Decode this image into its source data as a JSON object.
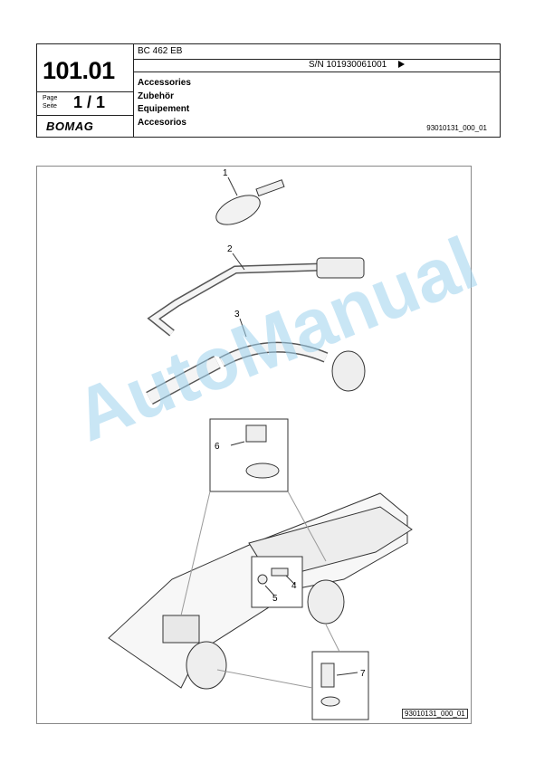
{
  "header": {
    "model": "BC 462 EB",
    "serial": "S/N 101930061001",
    "titles": [
      "Accessories",
      "Zubehör",
      "Equipement",
      "Accesorios"
    ],
    "drawing_number": "93010131_000_01",
    "group_number": "101.01",
    "page_label_1": "Page",
    "page_label_2": "Seite",
    "page": "1 / 1",
    "logo_text": "BOMAG"
  },
  "watermark": "AutoManual",
  "diagram": {
    "callouts": [
      "1",
      "2",
      "3",
      "4",
      "5",
      "6",
      "7"
    ],
    "reference": "93010131_000_01"
  }
}
